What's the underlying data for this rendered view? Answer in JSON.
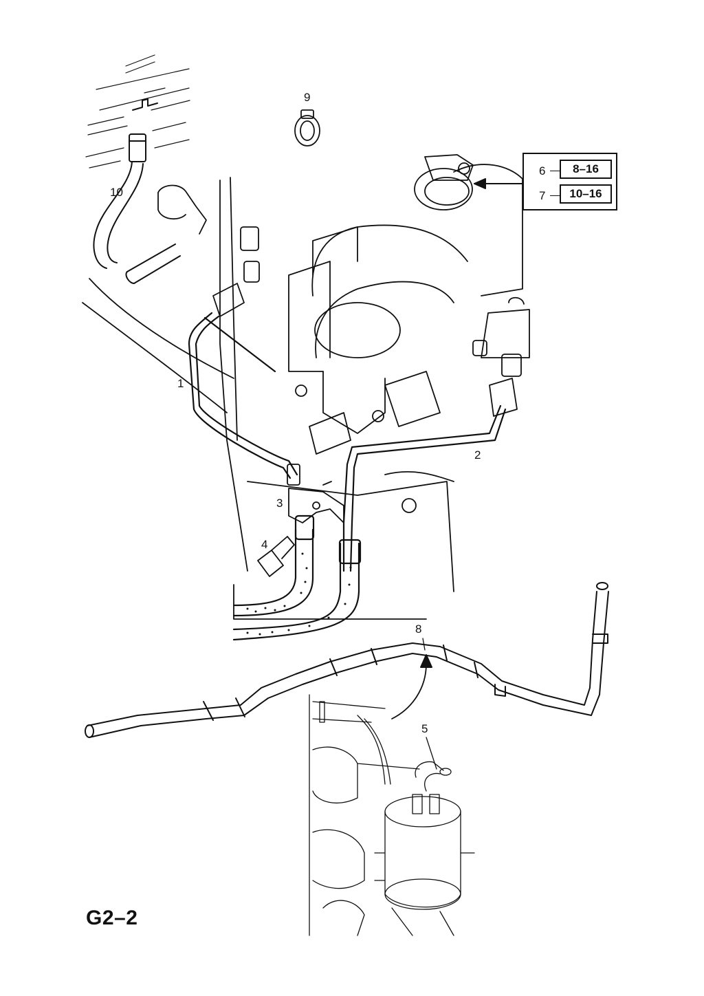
{
  "diagram": {
    "page_code": "G2–2",
    "callouts": {
      "c1": "1",
      "c2": "2",
      "c3": "3",
      "c4": "4",
      "c5": "5",
      "c8": "8",
      "c9": "9",
      "c10": "10"
    },
    "spec_table": [
      {
        "item": "6",
        "value": "8–16"
      },
      {
        "item": "7",
        "value": "10–16"
      }
    ]
  }
}
